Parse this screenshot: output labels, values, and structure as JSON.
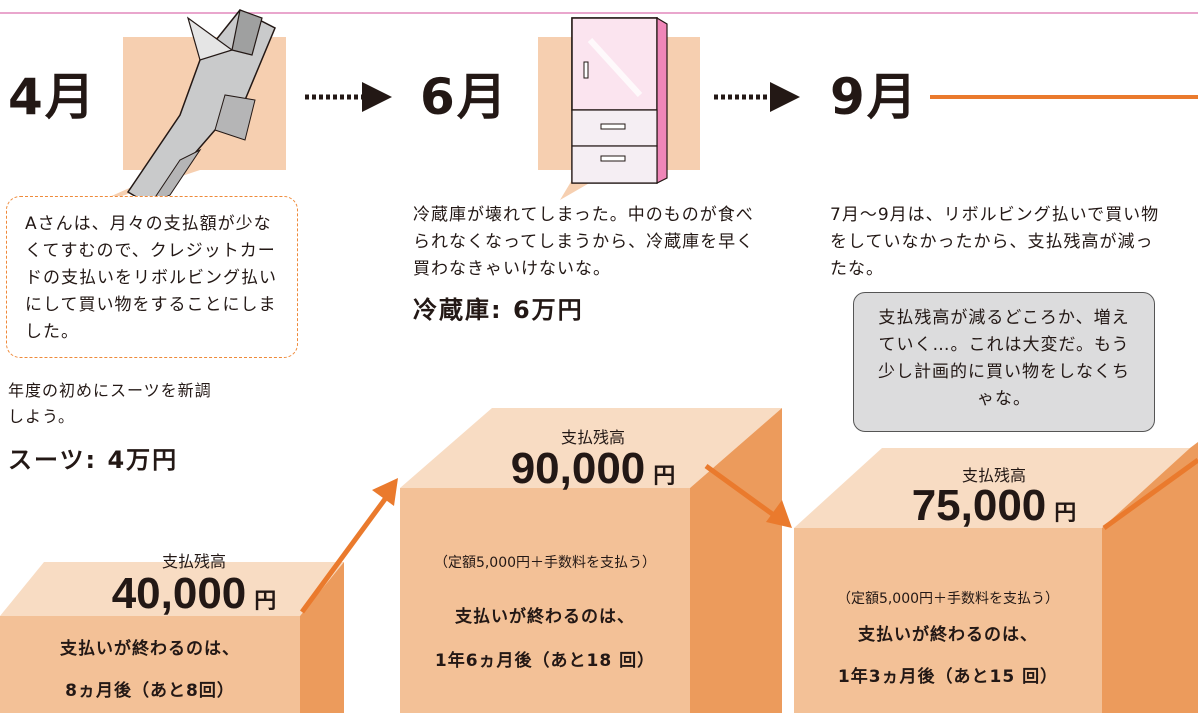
{
  "months": {
    "april": "4月",
    "june": "6月",
    "september": "9月"
  },
  "intro_box": "Aさんは、月々の支払額が少なくてすむので、クレジットカードの支払いをリボルビング払いにして買い物をすることにしました。",
  "april_text": "年度の初めにスーツを新調しよう。",
  "suit_price": "スーツ: 4万円",
  "june_text": "冷蔵庫が壊れてしまった。中のものが食べられなくなってしまうから、冷蔵庫を早く買わなきゃいけないな。",
  "fridge_price": "冷蔵庫: 6万円",
  "sept_text": "7月〜9月は、リボルビング払いで買い物をしていなかったから、支払残高が減ったな。",
  "thought_box": "支払残高が減るどころか、増えていく…。これは大変だ。もう少し計画的に買い物をしなくちゃな。",
  "cubes": [
    {
      "label": "支払残高",
      "amount": "40,000",
      "unit": "円",
      "line1": "支払いが終わるのは、",
      "line2": "8ヵ月後（あと8回）"
    },
    {
      "label": "支払残高",
      "amount": "90,000",
      "unit": "円",
      "note": "（定額5,000円＋手数料を支払う）",
      "line1": "支払いが終わるのは、",
      "line2": "1年6ヵ月後（あと18 回）"
    },
    {
      "label": "支払残高",
      "amount": "75,000",
      "unit": "円",
      "note": "（定額5,000円＋手数料を支払う）",
      "line1": "支払いが終わるのは、",
      "line2": "1年3ヵ月後（あと15 回）"
    }
  ],
  "colors": {
    "cube_front": "#f3c197",
    "cube_top": "#f8dcc3",
    "cube_side": "#ec9b5c",
    "arrow": "#ea7a2d",
    "highlight_block": "#f6cfb0"
  }
}
